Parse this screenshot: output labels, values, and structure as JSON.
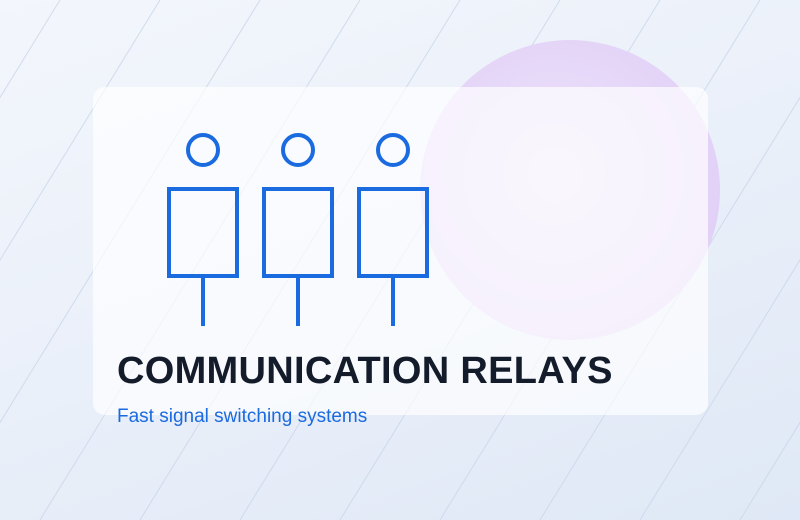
{
  "banner": {
    "title": "COMMUNICATION RELAYS",
    "subtitle": "Fast signal switching systems"
  },
  "illustration": {
    "relay_count": 3,
    "icon": "relay-symbol-icon"
  },
  "colors": {
    "accent": "#1a6ae0",
    "title": "#141c2b",
    "background": "#eaf0f9",
    "circle": "#e2d2f6",
    "card": "#ffffff"
  }
}
